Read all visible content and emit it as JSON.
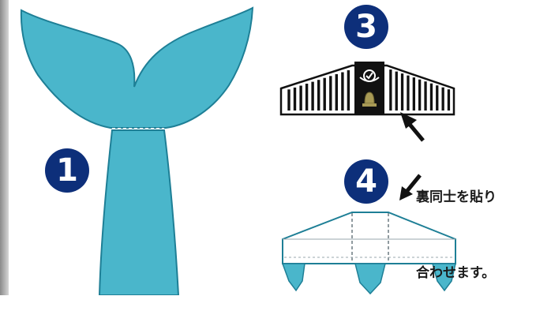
{
  "steps": {
    "one": "1",
    "three": "3",
    "four": "4"
  },
  "caption": {
    "line1": "裏同士を貼り",
    "line2": "合わせます。"
  },
  "colors": {
    "tail_fill": "#4ab6cb",
    "outline": "#1e7f96",
    "number_badge": "#0d2f7a",
    "dark_part": "#111111"
  },
  "icons": {
    "bell": "bell-icon",
    "check": "check-icon"
  }
}
